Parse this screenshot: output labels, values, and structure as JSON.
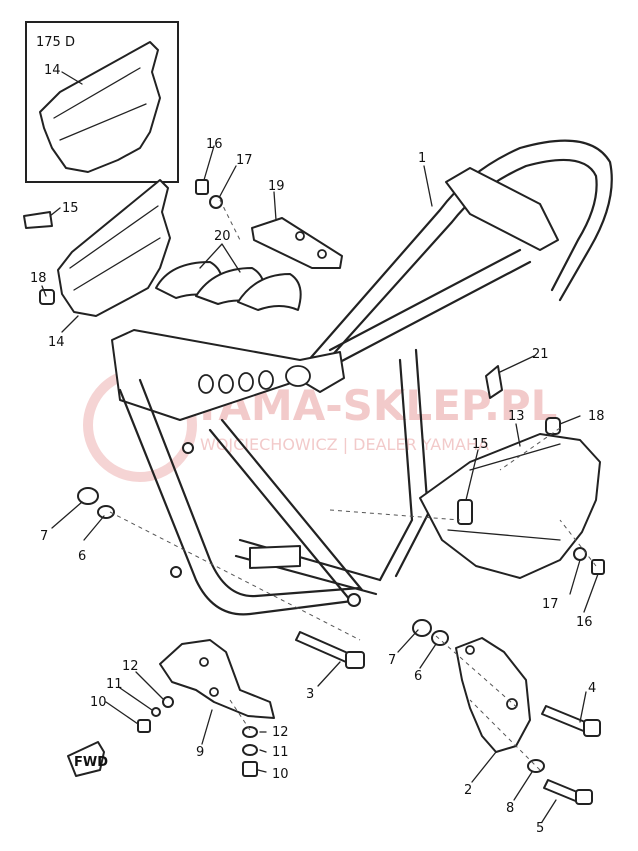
{
  "inset_label": "175 D",
  "watermark": {
    "brand": "YAMA-SKLEP.PL",
    "subline": "WOJCIECHOWICZ | DEALER YAMAHA"
  },
  "fwd_label": "FWD",
  "callouts": {
    "c1": "1",
    "c2": "2",
    "c3": "3",
    "c4": "4",
    "c5": "5",
    "c6a": "6",
    "c6b": "6",
    "c7a": "7",
    "c7b": "7",
    "c8": "8",
    "c9": "9",
    "c10a": "10",
    "c10b": "10",
    "c11a": "11",
    "c11b": "11",
    "c12a": "12",
    "c12b": "12",
    "c13": "13",
    "c14a": "14",
    "c14b": "14",
    "c15a": "15",
    "c15b": "15",
    "c16a": "16",
    "c16b": "16",
    "c17a": "17",
    "c17b": "17",
    "c18a": "18",
    "c18b": "18",
    "c19": "19",
    "c20": "20",
    "c21": "21"
  }
}
